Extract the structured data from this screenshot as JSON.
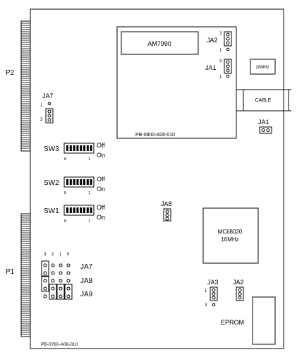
{
  "connectors": {
    "p2": "P2",
    "p1": "P1"
  },
  "daughter_board": {
    "chip": "AM7990",
    "part_number": "PB-0800-A06-010",
    "ja2": {
      "label": "JA2",
      "pin_top": "3",
      "pin_bottom": "1"
    },
    "ja1": {
      "label": "JA1",
      "pin_top": "3",
      "pin_bottom": "1"
    }
  },
  "crystal": "20MHz",
  "cable": "CABLE",
  "ja1_right": "JA1",
  "ja7_left": {
    "label": "JA7",
    "pin_top": "1",
    "pin_bottom": "3"
  },
  "switches": [
    {
      "label": "SW3",
      "off": "Off",
      "on": "On",
      "pin_left": "8",
      "pin_right": "1"
    },
    {
      "label": "SW2",
      "off": "Off",
      "on": "On",
      "pin_left": "8",
      "pin_right": "1"
    },
    {
      "label": "SW1",
      "off": "Off",
      "on": "On",
      "pin_left": "8",
      "pin_right": "1"
    }
  ],
  "ja8_center": "JA8",
  "cpu": {
    "line1": "MC68020",
    "line2": "16MHz"
  },
  "jumper_block": {
    "col_labels": [
      "3",
      "2",
      "1",
      "0"
    ],
    "rows": [
      "JA7",
      "JA8",
      "JA9"
    ]
  },
  "ja3": {
    "label": "JA3",
    "pin_top": "1",
    "pin_bottom": "3"
  },
  "ja2_bottom": "JA2",
  "eprom": "EPROM",
  "board_part_number": "PB-0760-A08-010"
}
